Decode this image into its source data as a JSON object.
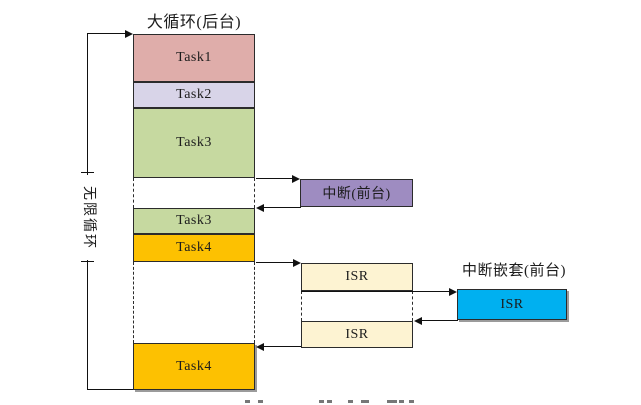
{
  "figure": {
    "background_column": {
      "title": "大循环(后台)",
      "tasks": [
        {
          "label": "Task1"
        },
        {
          "label": "Task2"
        },
        {
          "label": "Task3"
        },
        {
          "label": "Task3"
        },
        {
          "label": "Task4"
        },
        {
          "label": "Task4"
        }
      ]
    },
    "infinite_loop_label": "无限循环",
    "foreground": {
      "interrupt_label": "中断(前台)",
      "isr_label_1": "ISR",
      "isr_label_2": "ISR",
      "nested_title": "中断嵌套(前台)",
      "nested_isr_label": "ISR"
    },
    "colors": {
      "task1_fill": "#dfadaa",
      "task2_fill": "#d8d4e8",
      "task3_fill": "#c6d9a0",
      "task4_fill": "#fdc101",
      "interrupt_fill": "#9e8cc1",
      "isr_fill": "#fdf3d2",
      "nested_isr_fill": "#00b0f0"
    }
  }
}
